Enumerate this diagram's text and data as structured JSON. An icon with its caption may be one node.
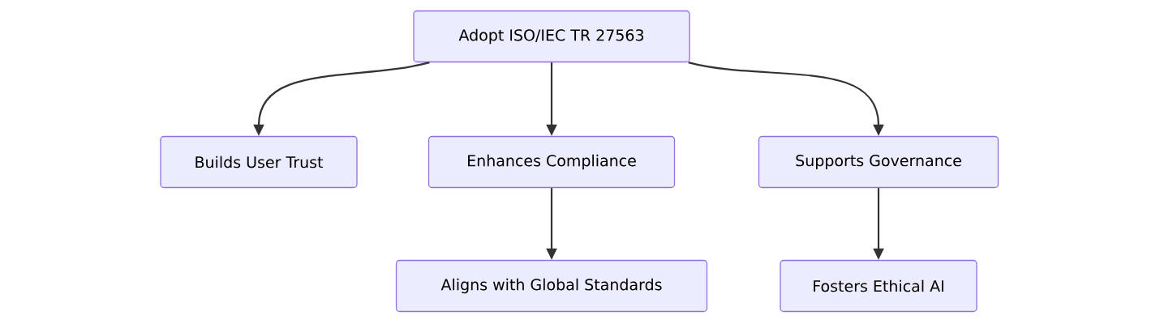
{
  "diagram": {
    "nodes": [
      {
        "text": [
          "Adopt ISO/IEC TR 27563"
        ]
      },
      {
        "text": [
          "Builds User Trust"
        ]
      },
      {
        "text": [
          "Enhances Compliance"
        ]
      },
      {
        "text": [
          "Supports Governance"
        ]
      },
      {
        "text": [
          "Aligns with Global Standards"
        ]
      },
      {
        "text": [
          "Fosters Ethical AI"
        ]
      }
    ],
    "edges": [
      {
        "from": 0,
        "to": 1,
        "arrow": "to"
      },
      {
        "from": 0,
        "to": 2,
        "arrow": "to"
      },
      {
        "from": 0,
        "to": 3,
        "arrow": "to"
      },
      {
        "from": 2,
        "to": 4,
        "arrow": "to"
      },
      {
        "from": 3,
        "to": 5,
        "arrow": "to"
      }
    ]
  }
}
